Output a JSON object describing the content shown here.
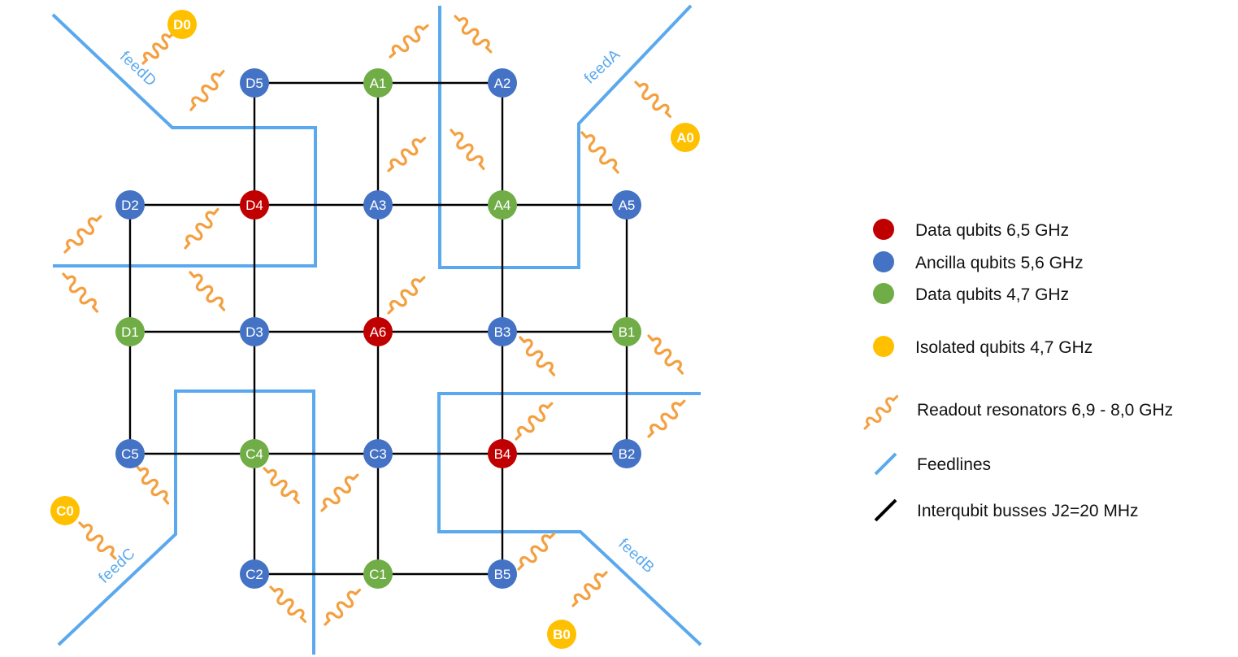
{
  "colors": {
    "data_high": "#c00000",
    "ancilla": "#4472c4",
    "data_low": "#70ad47",
    "isolated": "#ffc000",
    "resonator": "#f4a040",
    "feedline": "#5aa9ee",
    "bus": "#000000"
  },
  "qubits": [
    {
      "id": "D5",
      "type": "ancilla"
    },
    {
      "id": "A1",
      "type": "data_low"
    },
    {
      "id": "A2",
      "type": "ancilla"
    },
    {
      "id": "D2",
      "type": "ancilla"
    },
    {
      "id": "D4",
      "type": "data_high"
    },
    {
      "id": "A3",
      "type": "ancilla"
    },
    {
      "id": "A4",
      "type": "data_low"
    },
    {
      "id": "A5",
      "type": "ancilla"
    },
    {
      "id": "D1",
      "type": "data_low"
    },
    {
      "id": "D3",
      "type": "ancilla"
    },
    {
      "id": "A6",
      "type": "data_high"
    },
    {
      "id": "B3",
      "type": "ancilla"
    },
    {
      "id": "B1",
      "type": "data_low"
    },
    {
      "id": "C5",
      "type": "ancilla"
    },
    {
      "id": "C4",
      "type": "data_low"
    },
    {
      "id": "C3",
      "type": "ancilla"
    },
    {
      "id": "B4",
      "type": "data_high"
    },
    {
      "id": "B2",
      "type": "ancilla"
    },
    {
      "id": "C2",
      "type": "ancilla"
    },
    {
      "id": "C1",
      "type": "data_low"
    },
    {
      "id": "B5",
      "type": "ancilla"
    }
  ],
  "isolated_qubits": [
    "D0",
    "A0",
    "C0",
    "B0"
  ],
  "feedlines": [
    "feedD",
    "feedA",
    "feedC",
    "feedB"
  ],
  "legend": [
    {
      "marker": "dot",
      "color_key": "data_high",
      "text": "Data qubits 6,5 GHz"
    },
    {
      "marker": "dot",
      "color_key": "ancilla",
      "text": "Ancilla qubits 5,6 GHz"
    },
    {
      "marker": "dot",
      "color_key": "data_low",
      "text": "Data qubits 4,7 GHz"
    },
    {
      "marker": "dot",
      "color_key": "isolated",
      "text": "Isolated qubits 4,7 GHz"
    },
    {
      "marker": "resonator",
      "color_key": "resonator",
      "text": "Readout resonators 6,9 - 8,0 GHz"
    },
    {
      "marker": "line",
      "color_key": "feedline",
      "text": "Feedlines"
    },
    {
      "marker": "line",
      "color_key": "bus",
      "text": "Interqubit busses J2=20 MHz"
    }
  ]
}
